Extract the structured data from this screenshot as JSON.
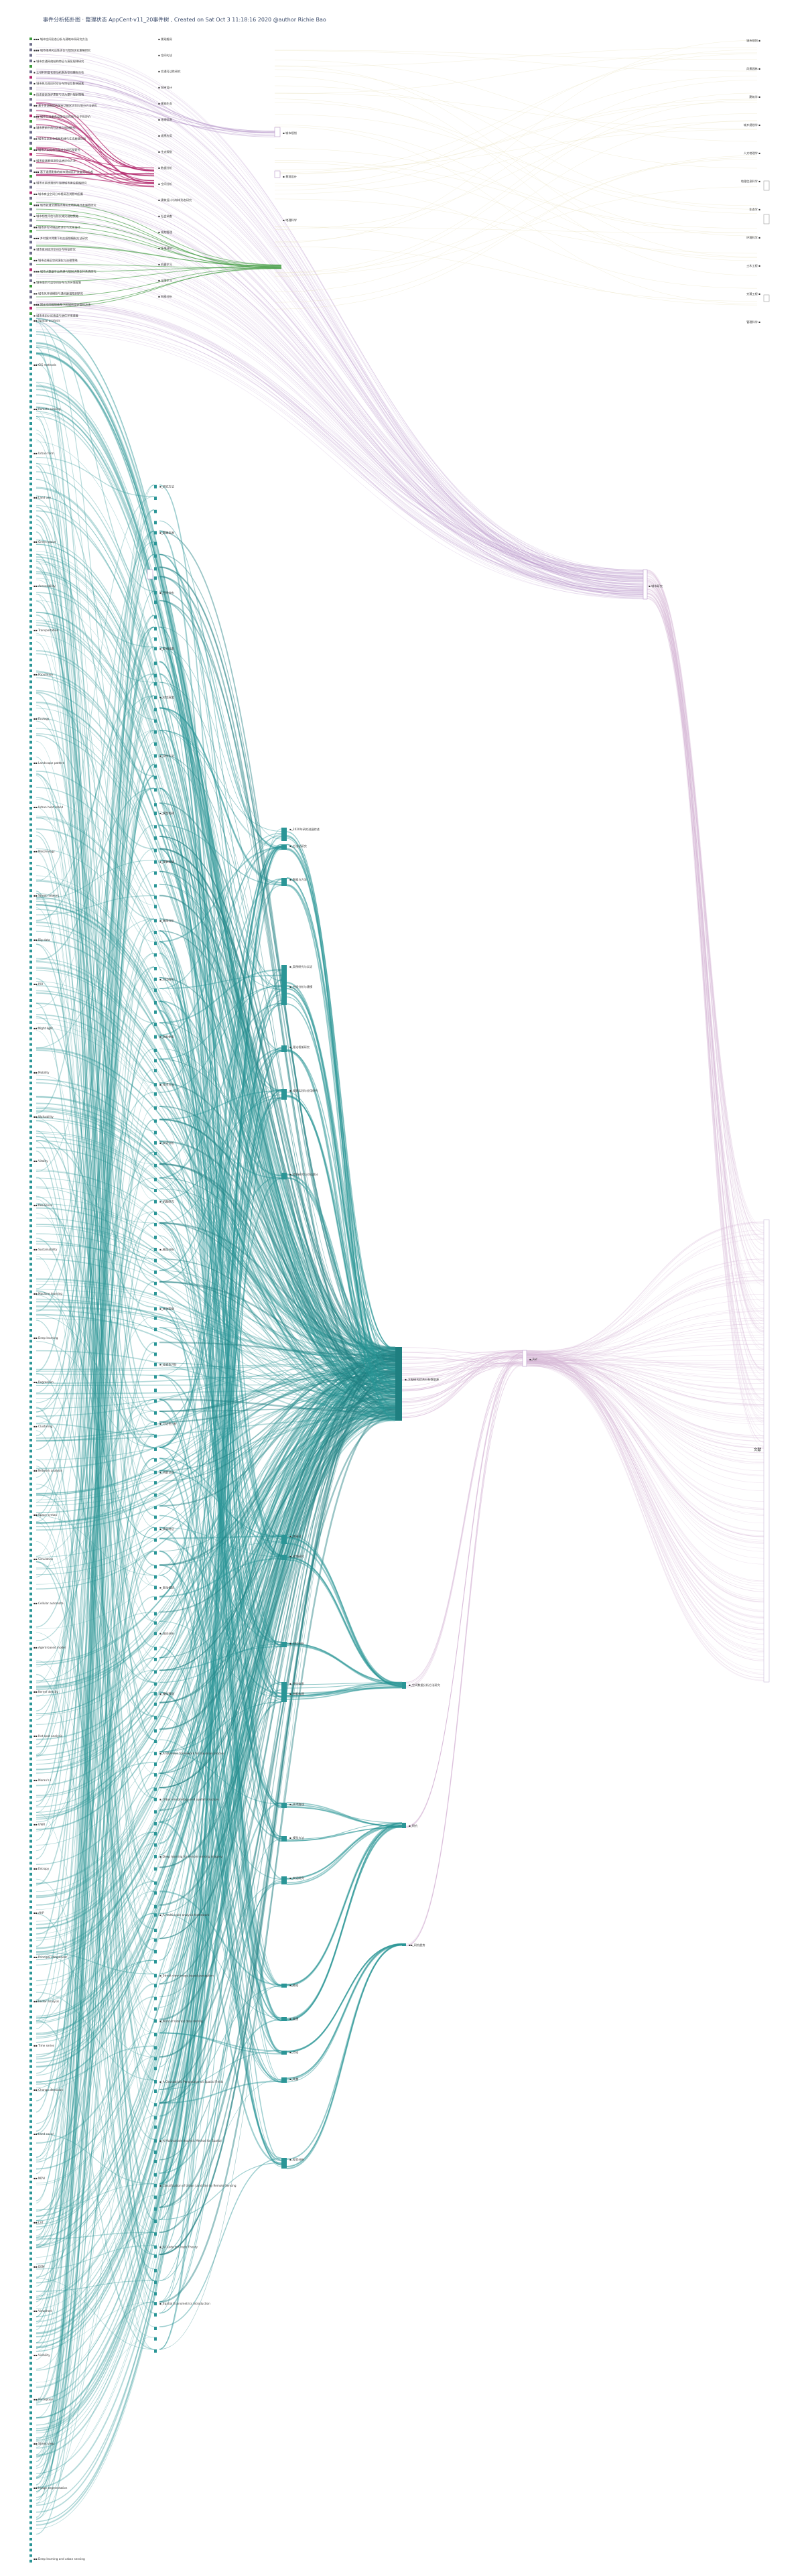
{
  "header": {
    "title": "事件分析拓扑图 · 整理状态 AppCent-v11_20事件树 , Created on Sat Oct  3 11:18:16 2020 @author Richie Bao"
  },
  "colors": {
    "teal": "#2a9596",
    "teal_dark": "#1f7f80",
    "purple": "#b695c9",
    "magenta": "#b0246a",
    "green": "#3d9a3d",
    "yellow": "#e6d84a",
    "pink_link": "#d8b8d8"
  },
  "diagram": {
    "top_left_labels": [
      "▪▪▪ 城市空间形态分析与建筑布局研究方法",
      "▪▪▪ 城市绿地可达性评价与规划优化策略研究",
      "▪ 城市交通网络结构特征与演化规律研究",
      "▪ 土地利用变化驱动机制及空间模拟分析",
      "▪ 城市热岛效应时空分布特征及影响因素",
      "▪ 历史街区保护更新与活力提升规划策略",
      "▪▪ 基于多源数据的城市功能区识别与划分方法研究",
      "▪▪▪ 城市公共服务设施空间布局与公平性评价",
      "▪ 城市更新中的社区参与机制研究",
      "▪▪ 城市生态安全格局构建与生态廊道识别",
      "▪▪ 城市人口分布与就业空间匹配研究",
      "▪ 城市街道景观视觉品质评价方法",
      "▪▪▪ 基于遥感影像的城市建成区扩张监测与分析",
      "▪ 城市水系统规划与海绵城市建设策略研究",
      "▪▪ 城市商业空间分布格局及其影响因素",
      "▪▪▪ 城市轨道交通站点周边土地利用开发强度研究",
      "▪ 城市韧性评估与防灾减灾规划策略",
      "▪▪ 城市步行环境品质评价与优化设计",
      "▪▪▪ 乡村振兴背景下村庄规划编制方法研究",
      "▪ 城市夜间经济空间分布特征研究",
      "▪▪ 城市边缘区空间演化与治理策略",
      "▪▪▪ 城市大数据平台构建与规划决策支持系统研究",
      "▪ 城市噪声污染空间分布与声环境规划",
      "▪▪ 城市风环境模拟与通风廊道规划研究",
      "▪▪▪ 国土空间规划体系下的城市设计管控方法",
      "▪ 城市老旧小区改造与居住环境改善"
    ],
    "middle_labels": [
      "▪ 景观格局",
      "▪ 空间句法",
      "▪ 交通可达性研究",
      "▪ 城市设计",
      "▪ 景观生态",
      "▪ 地理信息",
      "▪ 遥感应用",
      "▪ 生态规划",
      "▪ 数据分析",
      "▪ 空间分析",
      "▪ 建筑设计与城市形态研究",
      "▪ 社会调查",
      "▪ 规划管理",
      "▪ 环境评价",
      "▪ 机器学习",
      "▪ 深度学习",
      "▪ 网络分析"
    ],
    "purple_targets": [
      "▪ 城市规划",
      "▪ 景观设计",
      "▪ 地理科学"
    ],
    "right_top_labels": [
      "城市规划 ▪",
      "风景园林 ▪",
      "建筑学 ▪",
      "城乡规划学 ▪",
      "人文地理学 ▪",
      "地理信息科学 ▪",
      "生态学 ▪",
      "环境科学 ▪",
      "土木工程 ▪",
      "交通工程 ▪",
      "管理科学 ▪"
    ],
    "big_purple_node": "▪ 城市研究",
    "center_node": "▪_Ref",
    "right_big_node": "文献",
    "teal_hubs": [
      "▪_2020年研究进展综述",
      "▪_方法论研究",
      "▪_数据与方法",
      "▪_案例研究与实证",
      "▪_空间分析与建模",
      "▪_理论框架研究",
      "▪_规划实践与应用研究",
      "▪_综合研究与讨论部分",
      "▪_关键词",
      "▪_政策研究",
      "▪_对比分析",
      "▪_评价体系",
      "▪_指标构建",
      "▪_技术路线",
      "▪_模型方法",
      "▪_实证研究",
      "▪_结论",
      "▪_展望",
      "▪_讨论",
      "▪_背景",
      "▪_现状分析"
    ],
    "big_teal_hub": "▪_文献研究综合分析数据源",
    "teal_second_hub": "▪_空间数据分析方法研究",
    "teal_third_hub": "▪_研究",
    "teal_lower_hub": "▪▪_研究趋势",
    "teal_mid_labels": [
      "▪_研究方法",
      "▪_数据来源",
      "▪_空间分布",
      "▪_影响因素",
      "▪_时空演变",
      "▪_评价方法",
      "▪_模型构建",
      "▪_规划策略",
      "▪_案例分析",
      "▪_对比研究",
      "▪_指标体系",
      "▪_技术方法",
      "▪_实证分析",
      "▪_机制研究",
      "▪_格局分析",
      "▪_优化策略",
      "▪_适宜性评价",
      "▪_可达性分析",
      "▪_功能识别",
      "▪_演化特征",
      "▪_驱动机制",
      "▪_效应分析",
      "▪_模拟预测",
      "▪_A Bayesian framework for Gaussian process",
      "▪_Urban morphology and spatial structure",
      "▪_Deep learning for remote sensing imagery",
      "▪_A multi-scale analysis framework",
      "▪_Street view image based perception",
      "▪_Point of interest data mining",
      "▪_A Geostatistic Perspective on Spatial Fields",
      "▪_A Multivariate Analysis Method for Spatial",
      "▪_Classification of Urban Land Use by Remote Sensing",
      "▪_A Guide to Graph Theory",
      "▪_Spatial Econometrics Introduction"
    ],
    "left_column_sample": [
      "▪▪ Spatial analysis",
      "▪▪ GIS methods",
      "▪▪ Remote sensing",
      "▪▪ Urban form",
      "▪▪ Land use",
      "▪▪ Green space",
      "▪▪ Accessibility",
      "▪▪ Transportation",
      "▪▪ Population",
      "▪▪ Ecology",
      "▪▪ Landscape pattern",
      "▪▪ Urban heat island",
      "▪▪ Morphology",
      "▪▪ Street network",
      "▪▪ Big data",
      "▪▪ POI",
      "▪▪ Night light",
      "▪▪ Mobility",
      "▪▪ Walkability",
      "▪▪ Vitality",
      "▪▪ Resilience",
      "▪▪ Sustainability",
      "▪▪ Machine learning",
      "▪▪ Deep learning",
      "▪▪ Regression",
      "▪▪ Clustering",
      "▪▪ Network analysis",
      "▪▪ Space syntax",
      "▪▪ Simulation",
      "▪▪ Cellular automata",
      "▪▪ Agent-based model",
      "▪▪ Kernel density",
      "▪▪ Hot spot analysis",
      "▪▪ Moran's I",
      "▪▪ GWR",
      "▪▪ Entropy",
      "▪▪ AHP",
      "▪▪ Principal component",
      "▪▪ Factor analysis",
      "▪▪ Time series",
      "▪▪ Change detection",
      "▪▪ Land cover",
      "▪▪ NDVI",
      "▪▪ LST",
      "▪▪ DEM",
      "▪▪ Viewshed",
      "▪▪ Visibility",
      "▪▪ Perception",
      "▪▪ Street view",
      "▪▪ Image segmentation"
    ],
    "bottom_label": "▪▪ Deep learning and urban sensing"
  }
}
